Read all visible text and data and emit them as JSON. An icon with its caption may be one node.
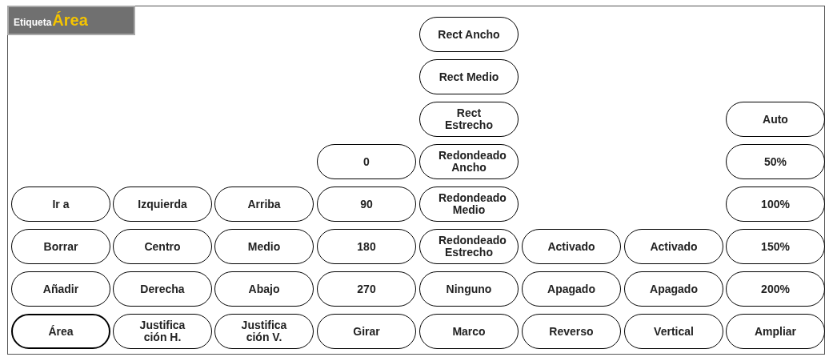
{
  "diagram": {
    "nodes": [
      {
        "text": [
          "Etiqueta",
          "Área"
        ]
      },
      {
        "text": [
          "Rect Ancho"
        ]
      },
      {
        "text": [
          "Rect Medio"
        ]
      },
      {
        "text": [
          "Rect Estrecho"
        ]
      },
      {
        "text": [
          "Auto"
        ]
      },
      {
        "text": [
          "0"
        ]
      },
      {
        "text": [
          "Redondeado Ancho"
        ]
      },
      {
        "text": [
          "50%"
        ]
      },
      {
        "text": [
          "Ir a"
        ]
      },
      {
        "text": [
          "Izquierda"
        ]
      },
      {
        "text": [
          "Arriba"
        ]
      },
      {
        "text": [
          "90"
        ]
      },
      {
        "text": [
          "Redondeado Medio"
        ]
      },
      {
        "text": [
          "100%"
        ]
      },
      {
        "text": [
          "Borrar"
        ]
      },
      {
        "text": [
          "Centro"
        ]
      },
      {
        "text": [
          "Medio"
        ]
      },
      {
        "text": [
          "180"
        ]
      },
      {
        "text": [
          "Redondeado Estrecho"
        ]
      },
      {
        "text": [
          "Activado"
        ]
      },
      {
        "text": [
          "Activado"
        ]
      },
      {
        "text": [
          "150%"
        ]
      },
      {
        "text": [
          "Añadir"
        ]
      },
      {
        "text": [
          "Derecha"
        ]
      },
      {
        "text": [
          "Abajo"
        ]
      },
      {
        "text": [
          "270"
        ]
      },
      {
        "text": [
          "Ninguno"
        ]
      },
      {
        "text": [
          "Apagado"
        ]
      },
      {
        "text": [
          "Apagado"
        ]
      },
      {
        "text": [
          "200%"
        ]
      },
      {
        "text": [
          "Área"
        ]
      },
      {
        "text": [
          "Justifica ción H."
        ]
      },
      {
        "text": [
          "Justifica ción V."
        ]
      },
      {
        "text": [
          "Girar"
        ]
      },
      {
        "text": [
          "Marco"
        ]
      },
      {
        "text": [
          "Reverso"
        ]
      },
      {
        "text": [
          "Vertical"
        ]
      },
      {
        "text": [
          "Ampliar"
        ]
      }
    ]
  }
}
